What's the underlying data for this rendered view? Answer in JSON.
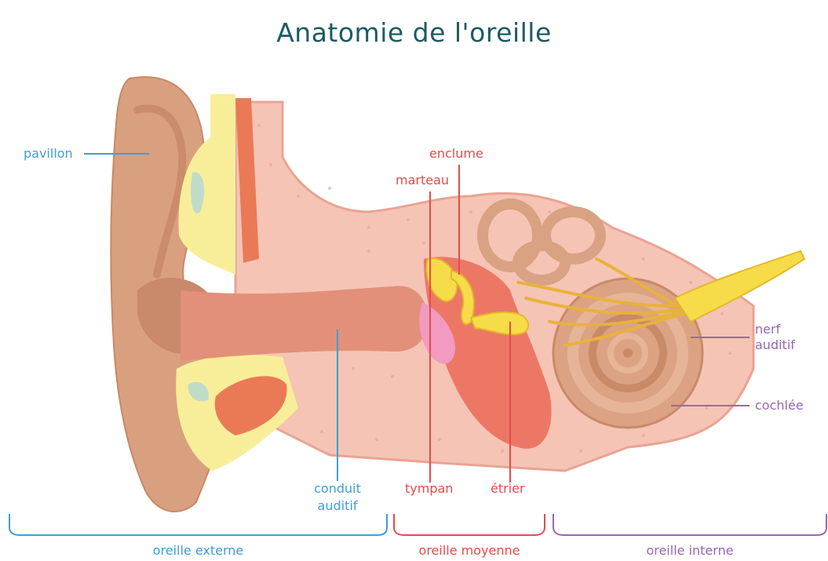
{
  "title": "Anatomie de l'oreille",
  "labels": {
    "pavillon": "pavillon",
    "enclume": "enclume",
    "marteau": "marteau",
    "nerf_line1": "nerf",
    "nerf_line2": "auditif",
    "cochlee": "cochlée",
    "conduit_line1": "conduit",
    "conduit_line2": "auditif",
    "tympan": "tympan",
    "etrier": "étrier"
  },
  "sections": {
    "externe": "oreille externe",
    "moyenne": "oreille moyenne",
    "interne": "oreille interne"
  },
  "colors": {
    "title": "#1d5a63",
    "outer_label": "#3e9ed4",
    "middle_label": "#e54b4b",
    "inner_label": "#9b65b5",
    "skin": "#d9a07f",
    "bone": "#f5c4b5",
    "cartilage": "#f8ee9a",
    "canal": "#e2907a",
    "nerve": "#e8b23c"
  }
}
